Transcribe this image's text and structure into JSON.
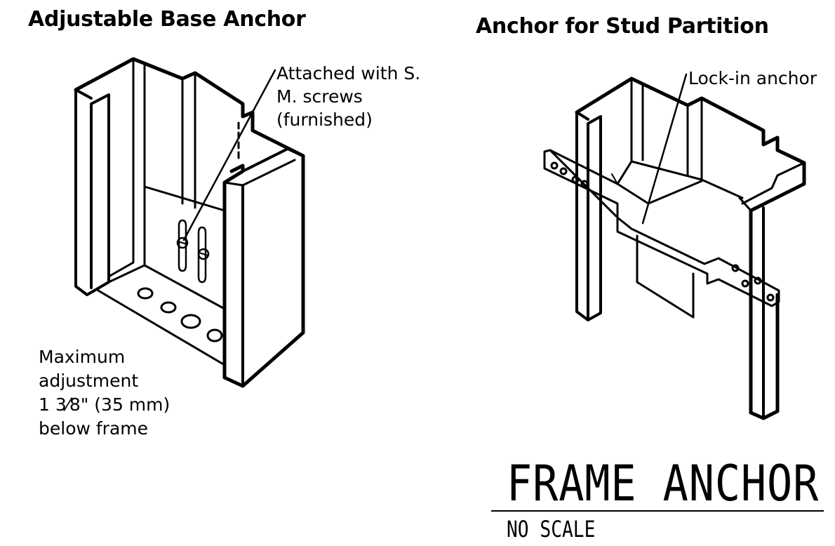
{
  "left_panel": {
    "title": "Adjustable Base Anchor",
    "callout_lines": [
      "Attached with S.",
      "M. screws",
      "(furnished)"
    ],
    "note_lines": [
      "Maximum",
      "adjustment",
      "1 3⁄8\" (35 mm)",
      "below frame"
    ]
  },
  "right_panel": {
    "title": "Anchor for Stud Partition",
    "callout": "Lock-in anchor"
  },
  "stamp": {
    "title": "FRAME ANCHOR",
    "subtitle": "NO SCALE"
  }
}
